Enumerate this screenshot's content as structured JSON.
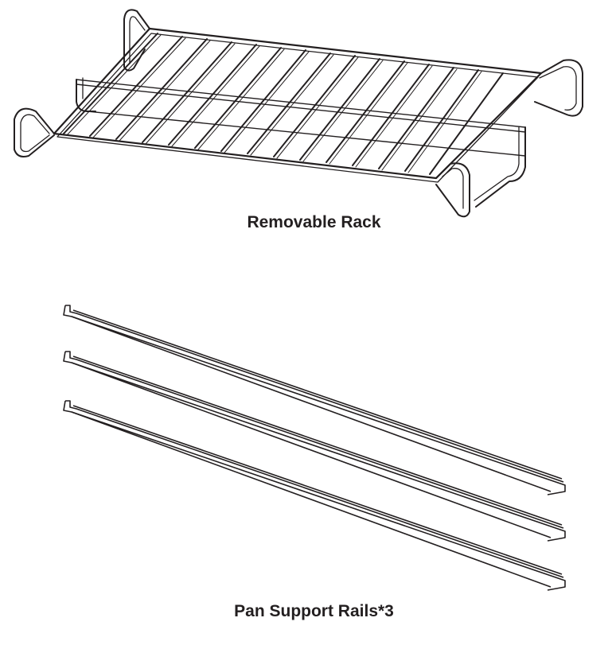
{
  "rack": {
    "caption": "Removable Rack",
    "illustration": "wire-rack"
  },
  "rails": {
    "caption": "Pan Support Rails*3",
    "illustration": "support-rail",
    "count": 3
  },
  "colors": {
    "line": "#231f20",
    "background": "#ffffff"
  }
}
